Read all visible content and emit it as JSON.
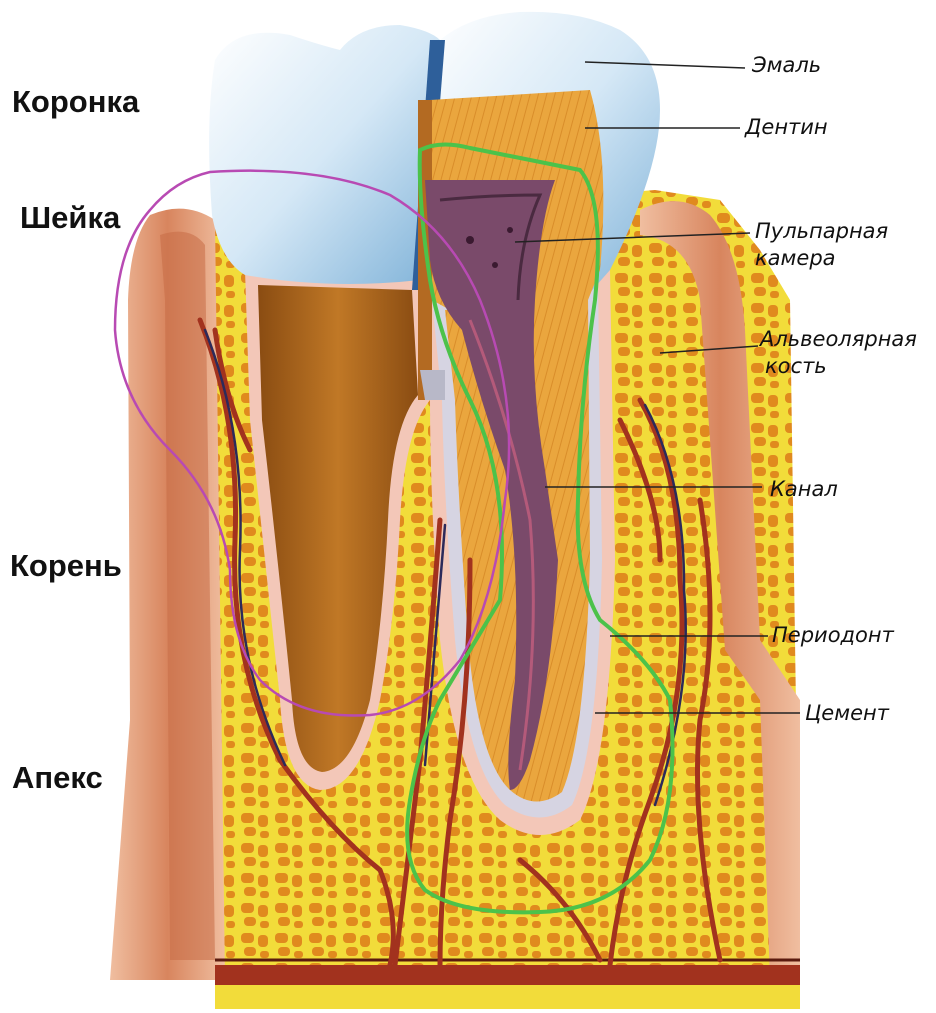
{
  "zones": {
    "crown": "Коронка",
    "neck": "Шейка",
    "root": "Корень",
    "apex": "Апекс"
  },
  "parts": {
    "enamel": "Эмаль",
    "dentin": "Дентин",
    "pulp_chamber": [
      "Пульпарная",
      "камера"
    ],
    "alveolar_bone": [
      "Альвеолярная",
      "кость"
    ],
    "canal": "Канал",
    "periodontium": "Периодонт",
    "cementum": "Цемент"
  },
  "colors": {
    "enamel": "#cfe3f2",
    "dentin": "#e9a53c",
    "pulp": "#7a4a6a",
    "bone": "#f2dc3a",
    "bone_pores": "#e08a1e",
    "gum": "#e8a37c",
    "vessels": "#a2321e",
    "periodontium": "#f3c7b8",
    "root_cut": "#a9661c",
    "outline_green": "#4cc24a",
    "outline_magenta": "#b84ab3"
  }
}
